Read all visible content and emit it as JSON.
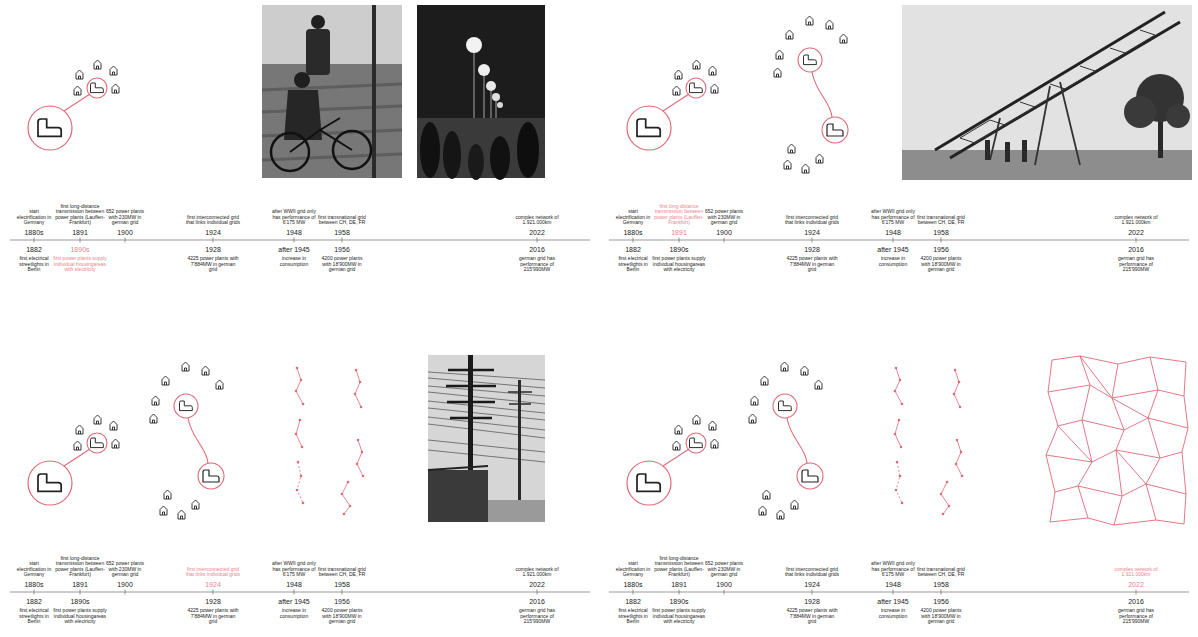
{
  "diagram": {
    "labels": [
      "start electrification in Germany",
      "1880s",
      "1882",
      "first electrical streetlights in Berlin",
      "first long-distance transmission between power plants (Lauffen-Frankfurt)",
      "1891",
      "1890s",
      "first power plants supply individual housingareas with electricity",
      "652 power plants with 230MW in german grid",
      "1900",
      "first interconnected grid that links individual grids",
      "1924",
      "1928",
      "4225 power plants with 7'884MW in german grid",
      "after WWII grid only has performance of 6'175 MW",
      "1948",
      "after 1945",
      "increase in consumption",
      "first transnational grid between CH, DE, FR",
      "1958",
      "1956",
      "4200 power plants with 18'900MW in german grid",
      "complex network of 1.921.000km",
      "2022",
      "2016",
      "german grid has performance of 215'990MW",
      "start electrification in Germany",
      "1880s",
      "1882",
      "first electrical streetlights in Berlin",
      "first long-distance transmission between power plants (Lauffen-Frankfurt)",
      "1891",
      "1890s",
      "first power plants supply individual housingareas with electricity",
      "652 power plants with 230MW in german grid",
      "1900",
      "first interconnected grid that links individual grids",
      "1924",
      "1928",
      "4225 power plants with 7'884MW in german grid",
      "after WWII grid only has performance of 6'175 MW",
      "1948",
      "after 1945",
      "increase in consumption",
      "first transnational grid between CH, DE, FR",
      "1958",
      "1956",
      "4200 power plants with 18'900MW in german grid",
      "complex network of 1.921.000km",
      "2022",
      "2016",
      "german grid has performance of 215'990MW",
      "start electrification in Germany",
      "1880s",
      "1882",
      "first electrical streetlights in Berlin",
      "first long-distance transmission between power plants (Lauffen-Frankfurt)",
      "1891",
      "1890s",
      "first power plants supply individual housingareas with electricity",
      "652 power plants with 230MW in german grid",
      "1900",
      "first interconnected grid that links individual grids",
      "1924",
      "1928",
      "4225 power plants with 7'884MW in german grid",
      "after WWII grid only has performance of 6'175 MW",
      "1948",
      "after 1945",
      "increase in consumption",
      "first transnational grid between CH, DE, FR",
      "1958",
      "1956",
      "4200 power plants with 18'900MW in german grid",
      "complex network of 1.921.000km",
      "2022",
      "2016",
      "german grid has performance of 215'990MW",
      "start electrification in Germany",
      "1880s",
      "1882",
      "first electrical streetlights in Berlin",
      "first long-distance transmission between power plants (Lauffen-Frankfurt)",
      "1891",
      "1890s",
      "first power plants supply individual housingareas with electricity",
      "652 power plants with 230MW in german grid",
      "1900",
      "first interconnected grid that links individual grids",
      "1924",
      "1928",
      "4225 power plants with 7'884MW in german grid",
      "after WWII grid only has performance of 6'175 MW",
      "1948",
      "after 1945",
      "increase in consumption",
      "first transnational grid between CH, DE, FR",
      "1958",
      "1956",
      "4200 power plants with 18'900MW in german grid",
      "complex network of 1.921.000km",
      "2022",
      "2016",
      "german grid has performance of 215'990MW"
    ]
  }
}
